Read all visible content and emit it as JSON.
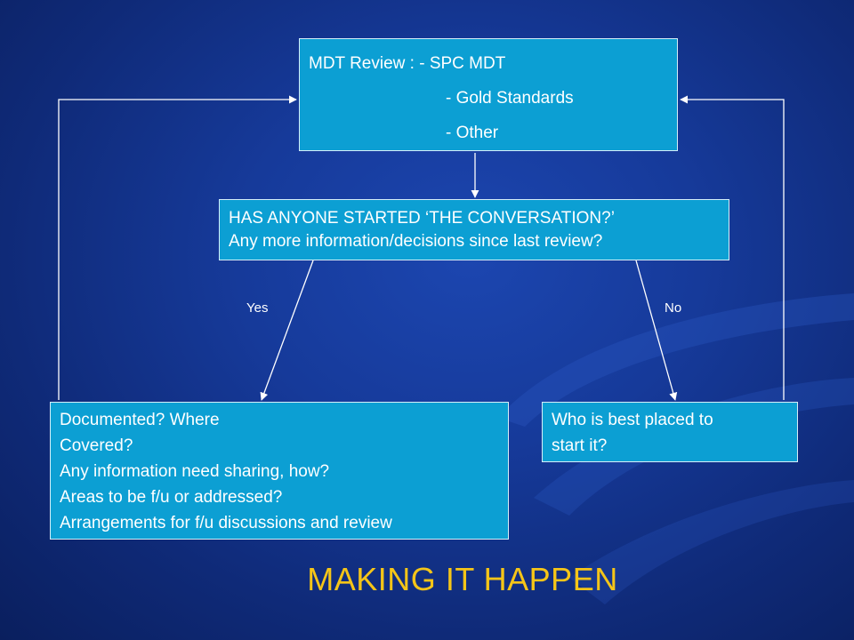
{
  "flowchart": {
    "review_box": {
      "lines": [
        "MDT Review : - SPC MDT",
        "- Gold Standards",
        "- Other"
      ]
    },
    "question_box": {
      "lines": [
        "HAS ANYONE STARTED ‘THE CONVERSATION?’",
        "Any more information/decisions since last review?"
      ]
    },
    "yes_box": {
      "lines": [
        "Documented? Where",
        "Covered?",
        "Any information need sharing, how?",
        "Areas to be f/u or addressed?",
        "Arrangements for f/u discussions and review"
      ]
    },
    "no_box": {
      "lines": [
        "Who is best placed to",
        "start it?"
      ]
    },
    "edge_labels": {
      "yes": "Yes",
      "no": "No"
    }
  },
  "footer": {
    "title": "MAKING IT HAPPEN"
  },
  "colors": {
    "box_fill": "#0c9fd3",
    "box_border": "#d6eef8",
    "connector": "#ffffff",
    "title_text": "#f5c518",
    "background": "#163a9a"
  }
}
